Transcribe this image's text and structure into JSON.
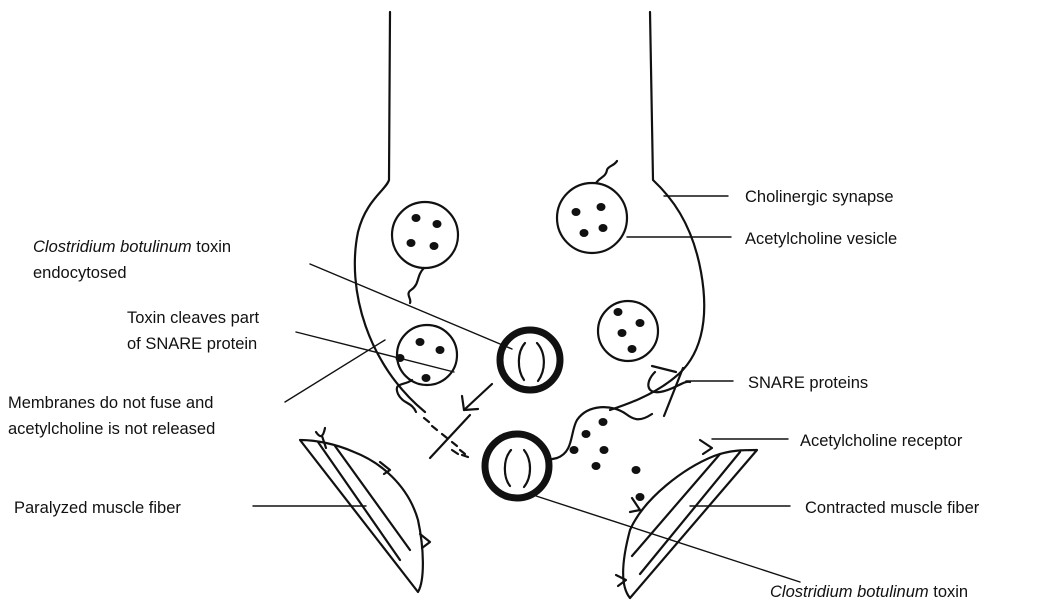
{
  "labels": {
    "cholinergic_synapse": "Cholinergic synapse",
    "acetylcholine_vesicle": "Acetylcholine vesicle",
    "toxin_endocytosed_italic": "Clostridium botulinum",
    "toxin_endocytosed_rest": " toxin",
    "toxin_endocytosed_line2": "endocytosed",
    "toxin_cleaves_line1": "Toxin cleaves part",
    "toxin_cleaves_line2": "of SNARE protein",
    "snare_proteins": "SNARE proteins",
    "membranes_line1": "Membranes do not fuse and",
    "membranes_line2": "acetylcholine is not released",
    "acetylcholine_receptor": "Acetylcholine receptor",
    "paralyzed_muscle": "Paralyzed muscle fiber",
    "contracted_muscle": "Contracted muscle fiber",
    "toxin_bottom_italic": "Clostridium botulinum",
    "toxin_bottom_rest": " toxin"
  }
}
